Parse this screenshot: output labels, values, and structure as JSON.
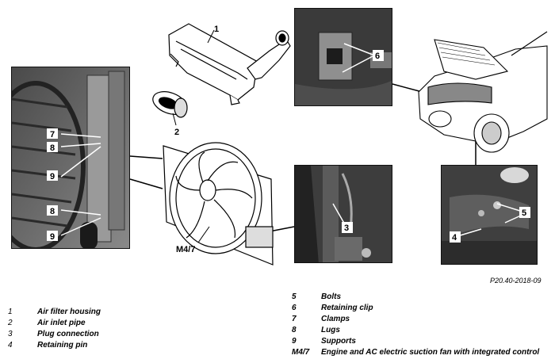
{
  "callouts": {
    "c1": "1",
    "c2": "2",
    "c3": "3",
    "c4": "4",
    "c5": "5",
    "c6": "6",
    "c7a": "7",
    "c8a": "8",
    "c9a": "9",
    "c8b": "8",
    "c9b": "9",
    "cm47": "M4/7"
  },
  "reference_code": "P20.40-2018-09",
  "legend_left": [
    {
      "num": "1",
      "text": "Air filter housing"
    },
    {
      "num": "2",
      "text": "Air inlet pipe"
    },
    {
      "num": "3",
      "text": "Plug connection"
    },
    {
      "num": "4",
      "text": "Retaining pin"
    }
  ],
  "legend_right": [
    {
      "num": "5",
      "text": "Bolts"
    },
    {
      "num": "6",
      "text": "Retaining clip"
    },
    {
      "num": "7",
      "text": "Clamps"
    },
    {
      "num": "8",
      "text": "Lugs"
    },
    {
      "num": "9",
      "text": "Supports"
    },
    {
      "num": "M4/7",
      "text": "Engine and AC electric suction fan with integrated control"
    }
  ]
}
